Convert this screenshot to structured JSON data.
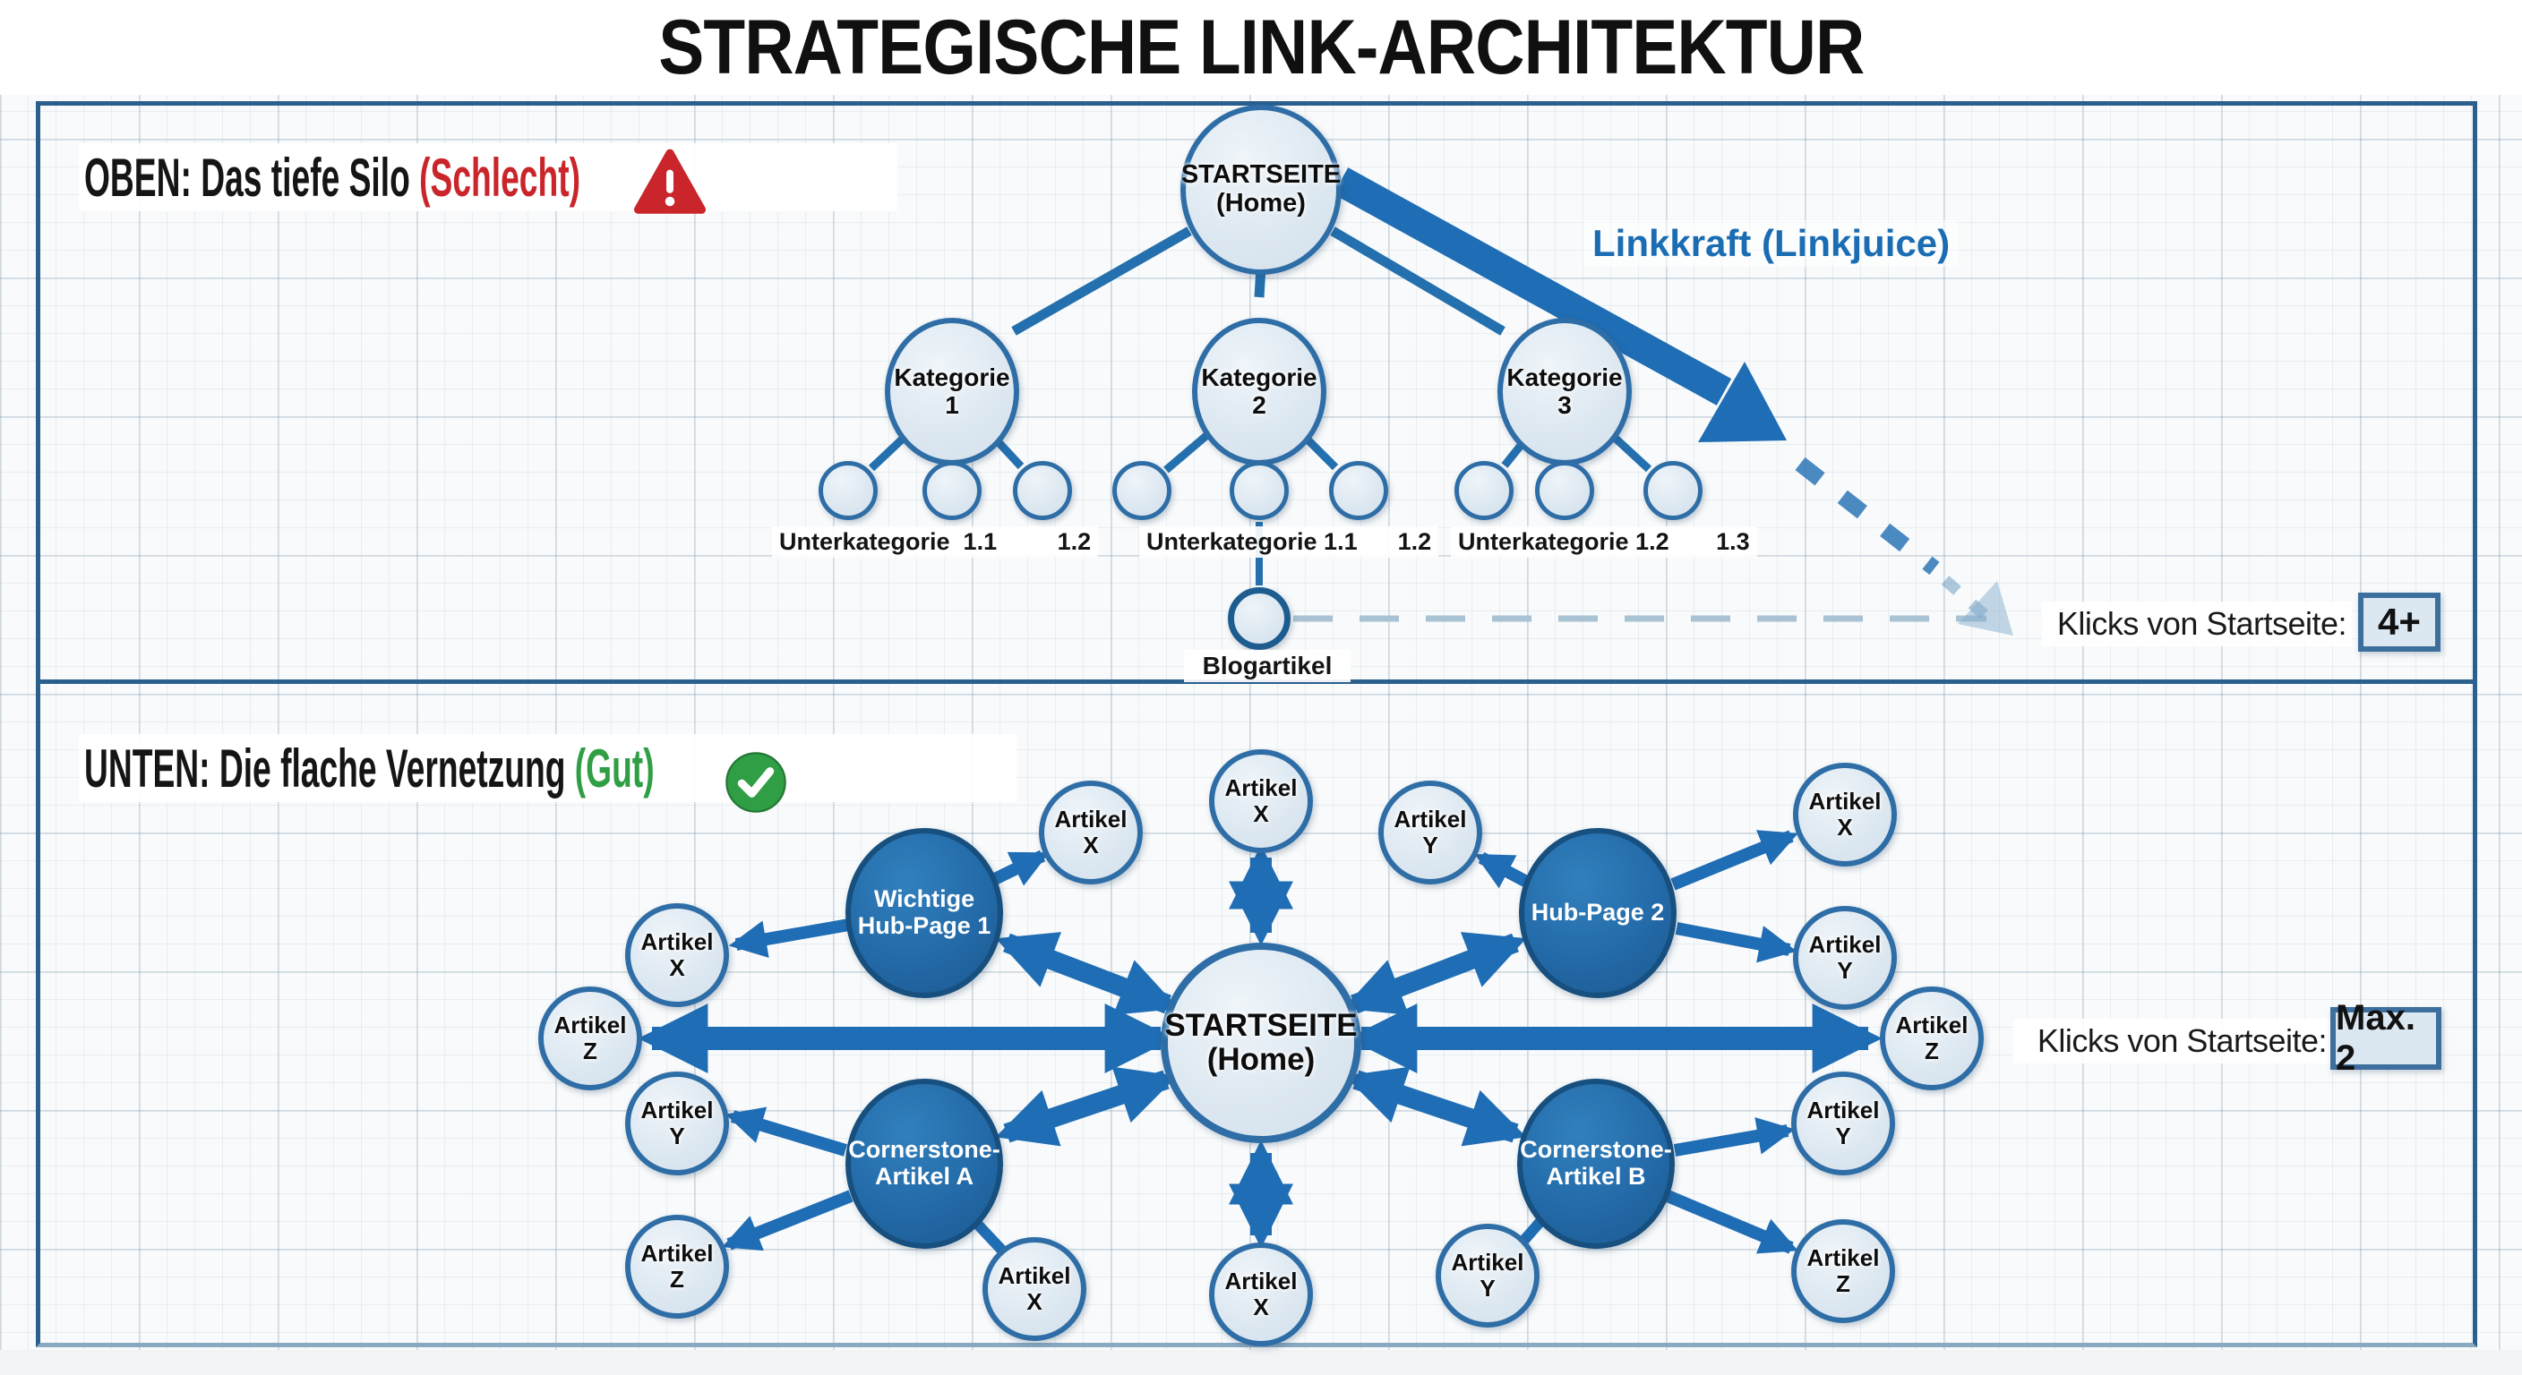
{
  "title": "STRATEGISCHE LINK-ARCHITEKTUR",
  "top_panel": {
    "heading_prefix": "OBEN: Das tiefe Silo ",
    "heading_verdict": "(Schlecht)",
    "root": "STARTSEITE\n(Home)",
    "categories": [
      "Kategorie 1",
      "Kategorie 2",
      "Kategorie 3"
    ],
    "subcategory_labels": [
      "Unterkategorie  1.1         1.2",
      "Unterkategorie 1.1      1.2",
      "Unterkategorie 1.2       1.3"
    ],
    "blog_label": "Blogartikel",
    "linkjuice_label": "Linkkraft (Linkjuice)",
    "clicks_label": "Klicks von Startseite:",
    "clicks_value": "4+"
  },
  "bottom_panel": {
    "heading_prefix": "UNTEN: Die flache Vernetzung ",
    "heading_verdict": "(Gut)",
    "center": "STARTSEITE\n(Home)",
    "hubs": [
      "Wichtige\nHub-Page 1",
      "Hub-Page 2",
      "Cornerstone-\nArtikel A",
      "Cornerstone-\nArtikel B"
    ],
    "satellites": [
      "Artikel X",
      "Artikel X",
      "Artikel Y",
      "Artikel X",
      "Artikel X",
      "Artikel Z",
      "Artikel Y",
      "Artikel Z",
      "Artikel Y",
      "Artikel Y",
      "Artikel Z",
      "Artikel X",
      "Artikel X",
      "Artikel Y",
      "Artikel Z"
    ],
    "clicks_label": "Klicks von Startseite:",
    "clicks_value": "Max. 2"
  },
  "colors": {
    "arrow_blue": "#1f6db4",
    "tree_blue": "#2470ae",
    "node_border": "#2e6da6",
    "verdict_bad": "#c9252b",
    "verdict_good": "#2f9e44",
    "linkjuice_text": "#1a6cb3",
    "dashed_gray_blue": "#a9c2d4"
  }
}
